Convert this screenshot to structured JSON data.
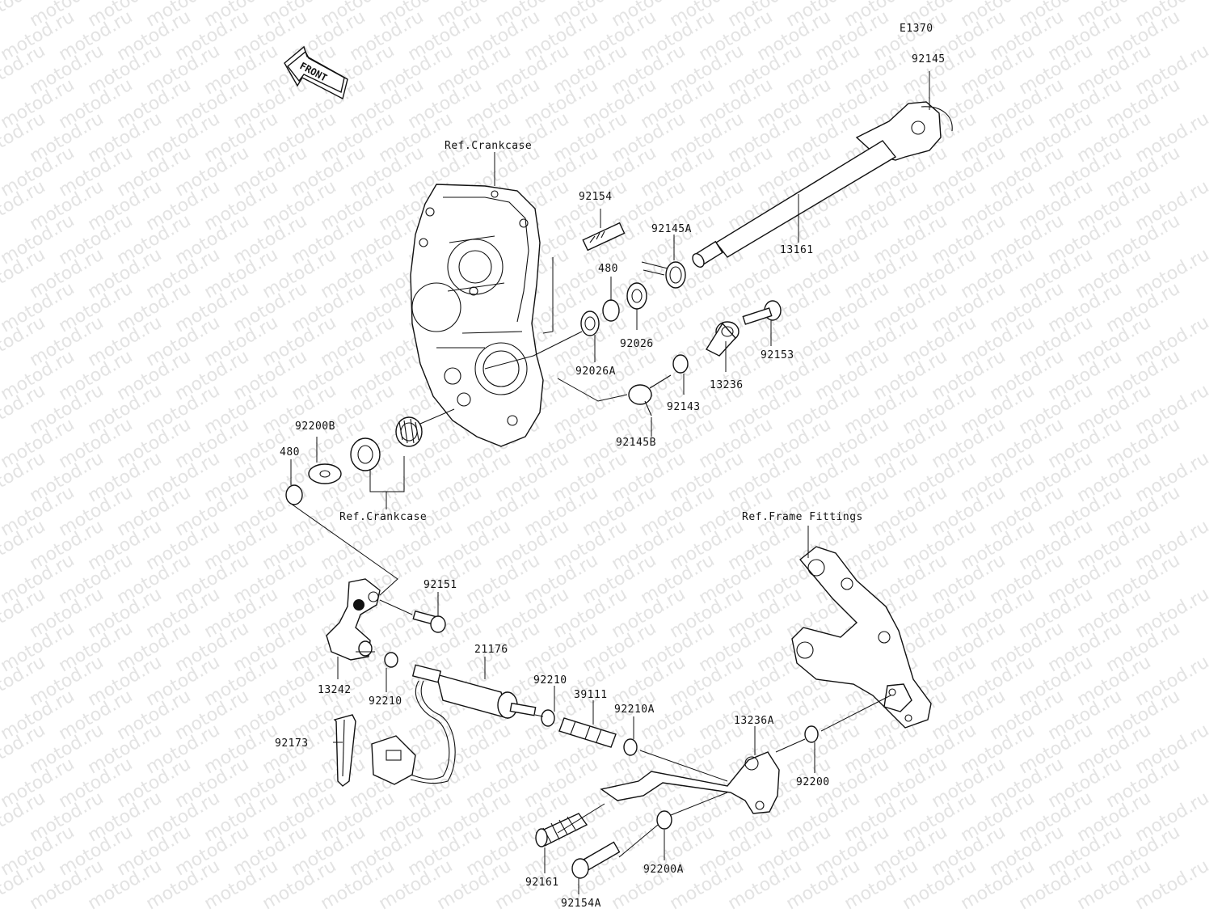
{
  "diagram_code": "E1370",
  "front_arrow": {
    "label": "FRONT",
    "icon": "front-arrow-icon"
  },
  "watermark": "motod.ru",
  "references": {
    "crankcase_top": "Ref.Crankcase",
    "crankcase_bottom": "Ref.Crankcase",
    "frame": "Ref.Frame Fittings"
  },
  "parts": {
    "p92145": "92145",
    "p13161": "13161",
    "p92154": "92154",
    "p92145A": "92145A",
    "p480_top": "480",
    "p92026": "92026",
    "p92026A": "92026A",
    "p92153": "92153",
    "p13236": "13236",
    "p92143": "92143",
    "p92145B": "92145B",
    "p92200B": "92200B",
    "p480_left": "480",
    "p92151": "92151",
    "p13242": "13242",
    "p92210_left": "92210",
    "p21176": "21176",
    "p92210_mid": "92210",
    "p39111": "39111",
    "p92210A": "92210A",
    "p13236A": "13236A",
    "p92200": "92200",
    "p92173": "92173",
    "p92161": "92161",
    "p92200A": "92200A",
    "p92154A": "92154A"
  }
}
